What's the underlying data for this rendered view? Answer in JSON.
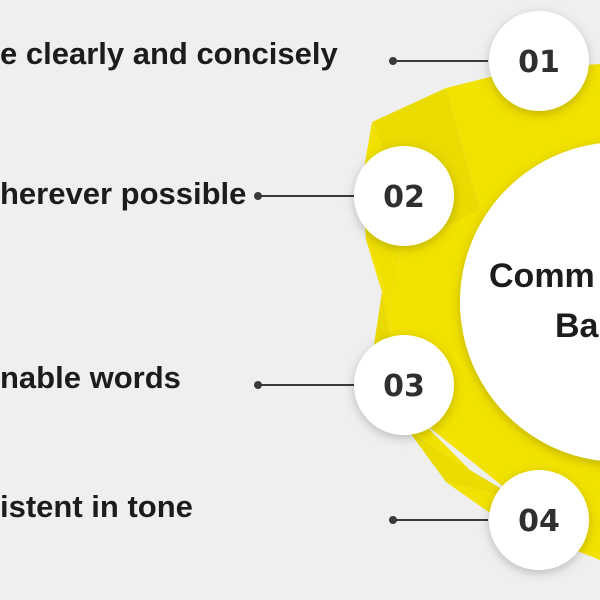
{
  "tips": [
    {
      "text": "e clearly and concisely",
      "number": "01"
    },
    {
      "text": "herever possible",
      "number": "02"
    },
    {
      "text": "nable words",
      "number": "03"
    },
    {
      "text": "istent in tone",
      "number": "04"
    }
  ],
  "center": {
    "line1": "Comm",
    "line2": "Ba"
  },
  "colors": {
    "background": "#efefef",
    "accent": "#f2e200",
    "accent_dark": "#e2d300",
    "circle": "#ffffff",
    "text": "#1c1c1c",
    "connector": "#3a3a3a"
  }
}
